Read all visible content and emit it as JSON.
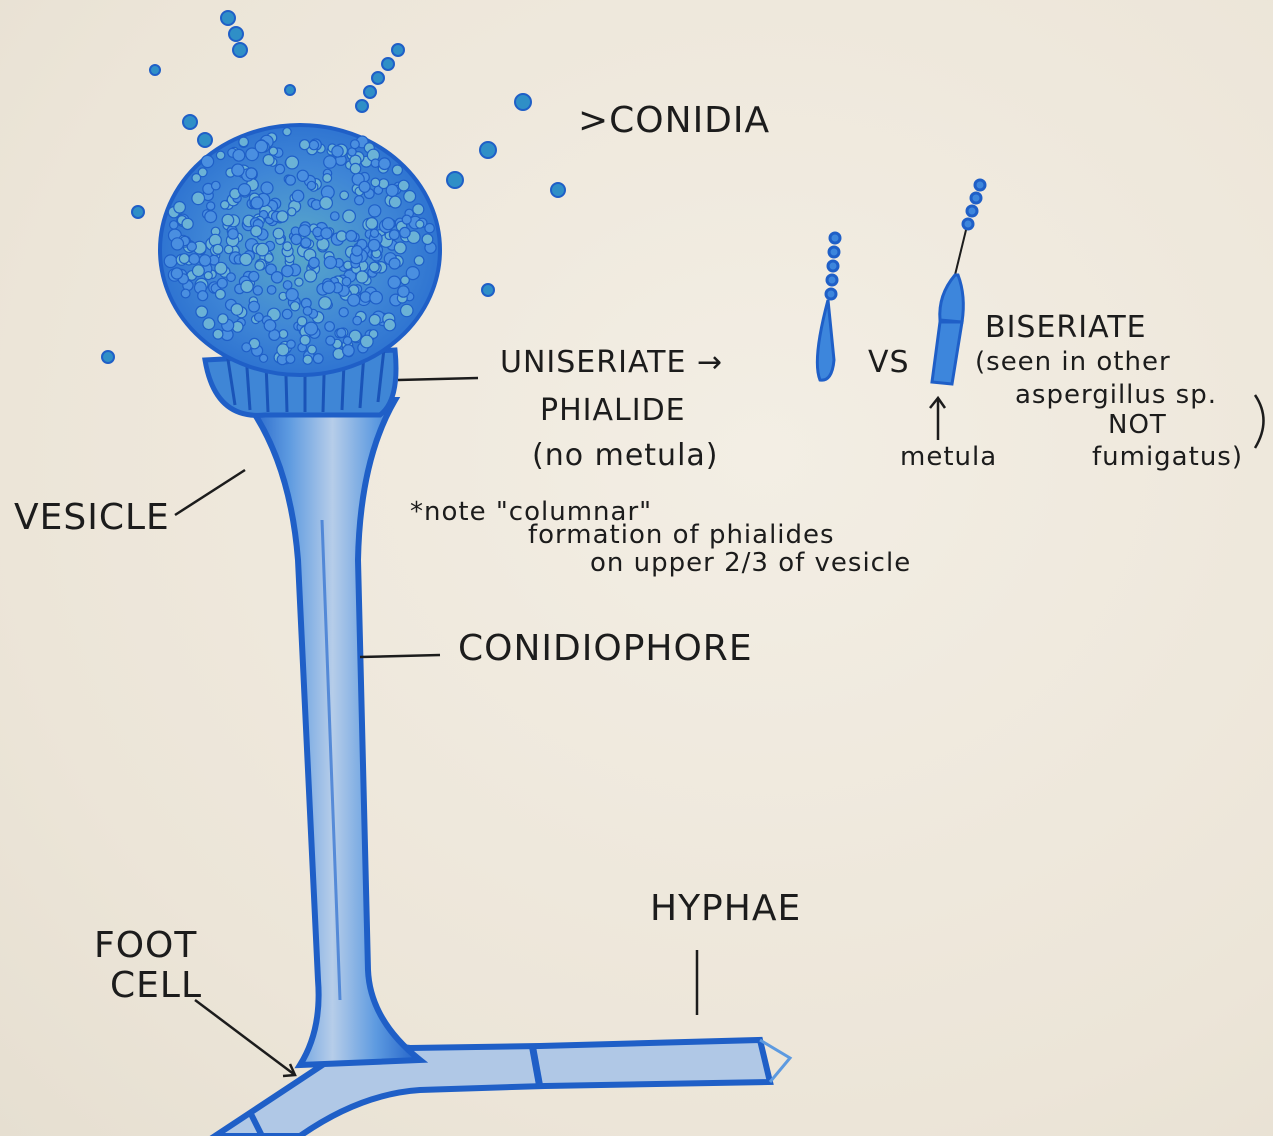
{
  "labels": {
    "conidia": ">CONIDIA",
    "uniseriate": "UNISERIATE →",
    "phialide": "PHIALIDE",
    "no_metula": "(no metula)",
    "vs": "VS",
    "biseriate": "BISERIATE",
    "seen_in_other": "(seen in other",
    "aspergillus_sp": "aspergillus sp.",
    "not": "NOT",
    "fumigatus": "fumigatus)",
    "metula": "metula",
    "note_line1": "*note \"columnar\"",
    "note_line2": "formation of phialides",
    "note_line3": "on upper 2/3 of vesicle",
    "vesicle": "VESICLE",
    "conidiophore": "CONIDIOPHORE",
    "hyphae": "HYPHAE",
    "foot": "FOOT",
    "cell": "CELL"
  },
  "colors": {
    "ink": "#1c1c1c",
    "blue_dark": "#1f5fc7",
    "blue_mid": "#3d86dc",
    "blue_light": "#a9c6e6",
    "teal": "#2f9bbd",
    "paper": "#efe9dd"
  }
}
